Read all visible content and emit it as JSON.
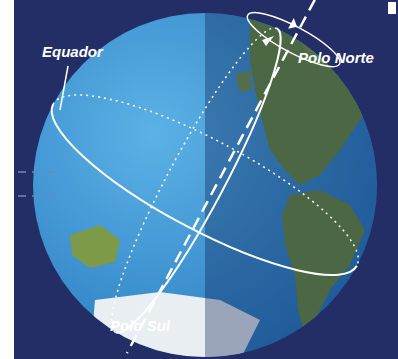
{
  "diagram": {
    "labels": [
      "Equador",
      "Polo Norte",
      "Polo Sul"
    ]
  }
}
